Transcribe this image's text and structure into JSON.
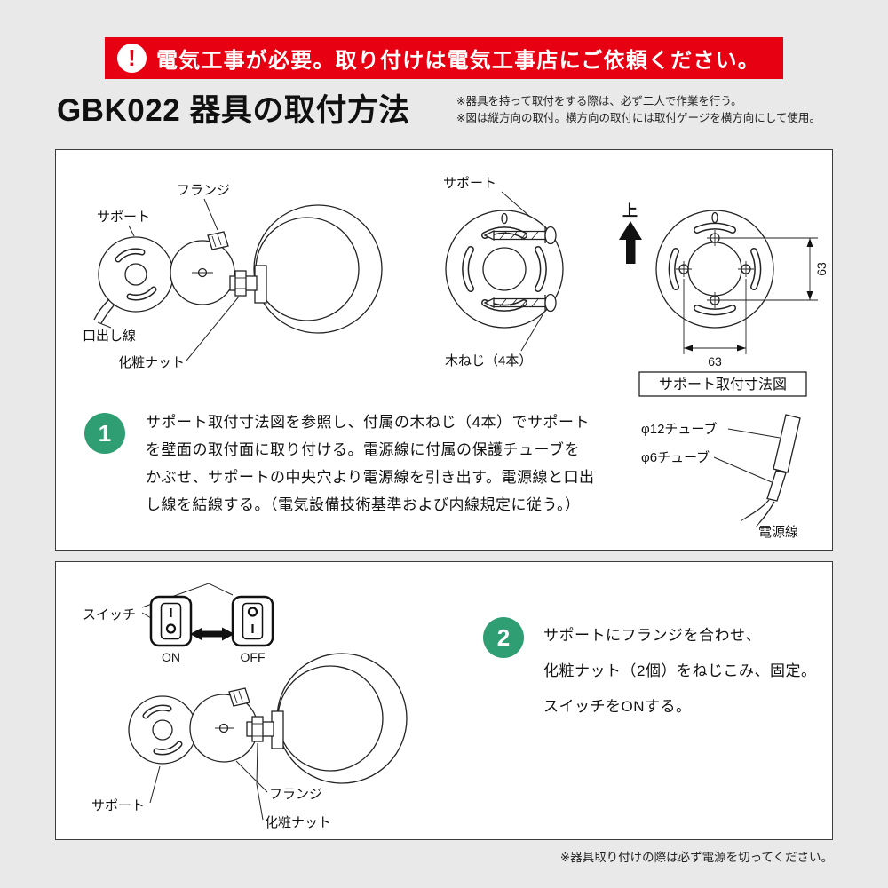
{
  "colors": {
    "bg": "#e9e9e9",
    "red": "#e60012",
    "green": "#2f9e72",
    "ink": "#1a1a1a",
    "paper": "#ffffff"
  },
  "banner": {
    "icon_glyph": "!",
    "text": "電気工事が必要。取り付けは電気工事店にご依頼ください。"
  },
  "header": {
    "title": "GBK022 器具の取付方法",
    "notes": [
      "※器具を持って取付をする際は、必ず二人で作業を行う。",
      "※図は縦方向の取付。横方向の取付には取付ゲージを横方向にして使用。"
    ]
  },
  "panel1": {
    "lamp": {
      "flange": "フランジ",
      "support": "サポート",
      "lead_wire": "口出し線",
      "nut": "化粧ナット"
    },
    "plate": {
      "support": "サポート",
      "screws": "木ねじ（4本）"
    },
    "dims": {
      "up": "上",
      "v": "63",
      "h": "63",
      "caption": "サポート取付寸法図"
    },
    "step": {
      "num": "1",
      "lines": [
        "サポート取付寸法図を参照し、付属の木ねじ（4本）でサポート",
        "を壁面の取付面に取り付ける。電源線に付属の保護チューブを",
        "かぶせ、サポートの中央穴より電源線を引き出す。電源線と口出",
        "し線を結線する。（電気設備技術基準および内線規定に従う。）"
      ]
    },
    "tube": {
      "t12": "φ12チューブ",
      "t6": "φ6チューブ",
      "power": "電源線"
    }
  },
  "panel2": {
    "switch": {
      "label": "スイッチ",
      "on": "ON",
      "off": "OFF"
    },
    "lamp": {
      "support": "サポート",
      "flange": "フランジ",
      "nut": "化粧ナット"
    },
    "step": {
      "num": "2",
      "lines": [
        "サポートにフランジを合わせ、",
        "化粧ナット（2個）をねじこみ、固定。",
        "スイッチをONする。"
      ]
    }
  },
  "footer": {
    "note": "※器具取り付けの際は必ず電源を切ってください。"
  }
}
